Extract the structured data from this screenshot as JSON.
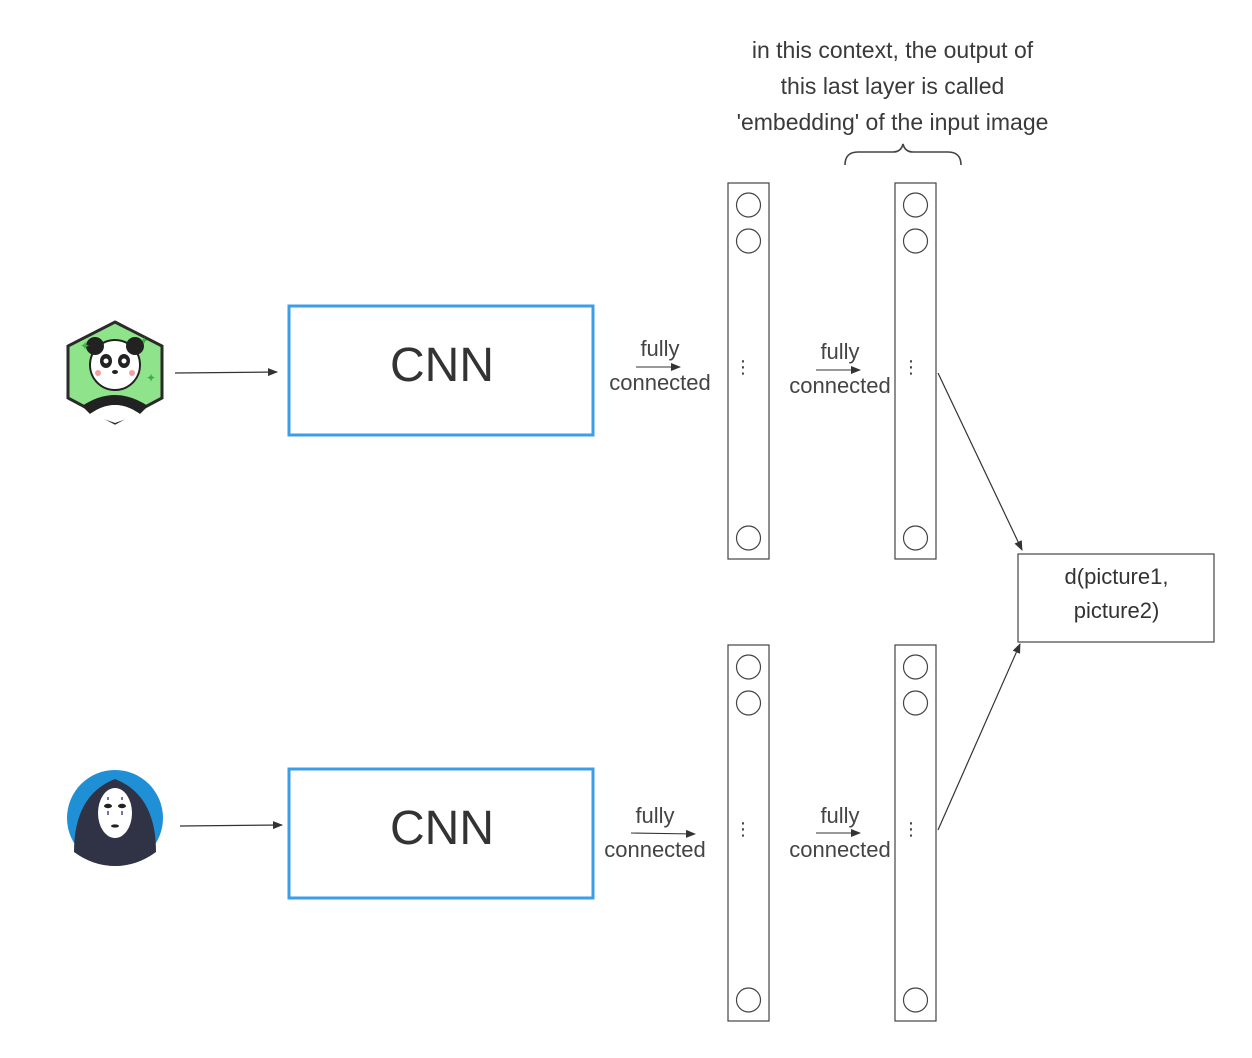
{
  "annotation": {
    "lines": [
      "in this context, the output of",
      "this last layer is called",
      "'embedding' of the input image"
    ]
  },
  "top_branch": {
    "input_icon": "panda-avatar-icon",
    "cnn_label": "CNN",
    "fc1_label": [
      "fully",
      "connected"
    ],
    "fc2_label": [
      "fully",
      "connected"
    ],
    "ellipsis": "⋮"
  },
  "bottom_branch": {
    "input_icon": "no-face-avatar-icon",
    "cnn_label": "CNN",
    "fc1_label": [
      "fully",
      "connected"
    ],
    "fc2_label": [
      "fully",
      "connected"
    ],
    "ellipsis": "⋮"
  },
  "distance_box": {
    "lines": [
      "d(picture1,",
      "picture2)"
    ]
  },
  "colors": {
    "cnn_border": "#3c9ee8",
    "panda_bg": "#7ddc7a",
    "noface_bg": "#1f8fd6",
    "line": "#333333"
  }
}
